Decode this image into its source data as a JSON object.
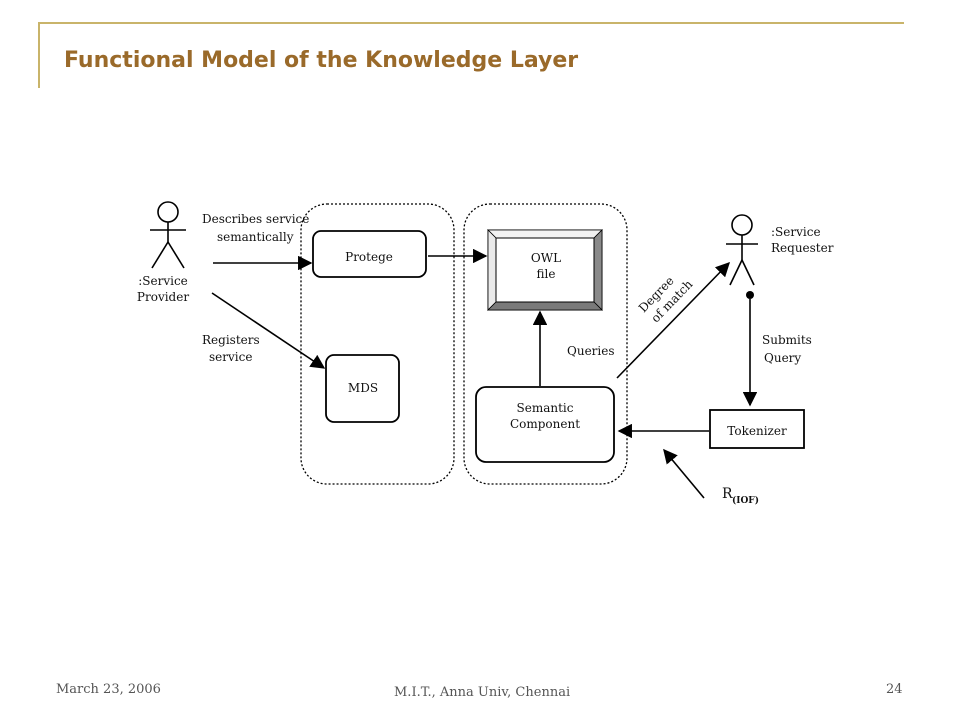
{
  "slide": {
    "title": "Functional Model of the Knowledge Layer",
    "footer_date": "March 23, 2006",
    "footer_org": "M.I.T., Anna Univ, Chennai",
    "page_number": "24"
  },
  "diagram": {
    "service_provider": [
      ":Service",
      "Provider"
    ],
    "service_requester": [
      ":Service",
      "Requester"
    ],
    "describes_label": [
      "Describes service",
      "semantically"
    ],
    "registers_label": [
      "Registers",
      "service"
    ],
    "protege": "Protege",
    "mds": "MDS",
    "owl_file": [
      "OWL",
      "file"
    ],
    "semantic_component": [
      "Semantic",
      "Component"
    ],
    "queries": "Queries",
    "degree_of_match": [
      "Degree",
      "of match"
    ],
    "submits_query": [
      "Submits",
      "Query"
    ],
    "tokenizer": "Tokenizer",
    "r_iof": "R",
    "r_iof_sub": "(IOF)"
  },
  "colors": {
    "frame": "#c9b46a",
    "title": "#9a6a2a",
    "footer": "#555555"
  }
}
